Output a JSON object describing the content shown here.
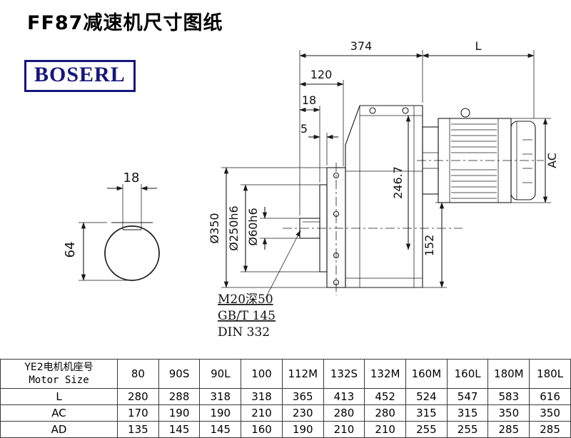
{
  "page": {
    "title": "FF87减速机尺寸图纸",
    "logo": "BOSERL"
  },
  "colors": {
    "logo_navy": "#16167d",
    "line": "#1a1a1a"
  },
  "left_view": {
    "dim_key": "18",
    "dim_height": "64"
  },
  "main_view": {
    "dim_overall": "374",
    "dim_motor_length": "L",
    "dim_120": "120",
    "dim_18": "18",
    "dim_5": "5",
    "dim_ac": "AC",
    "dim_246": "246.7",
    "dim_152": "152",
    "dia_flange": "Ø350",
    "dia_spigot": "Ø250h6",
    "dia_shaft": "Ø60h6",
    "note_tap": "M20深50",
    "note_std1": "GB/T 145",
    "note_std2": "DIN 332"
  },
  "table": {
    "header_cn": "YE2电机机座号",
    "header_en": "Motor Size",
    "sizes": [
      "80",
      "90S",
      "90L",
      "100",
      "112M",
      "132S",
      "132M",
      "160M",
      "160L",
      "180M",
      "180L"
    ],
    "rows": [
      {
        "label": "L",
        "values": [
          280,
          288,
          318,
          318,
          365,
          413,
          452,
          524,
          547,
          583,
          616
        ]
      },
      {
        "label": "AC",
        "values": [
          170,
          190,
          190,
          210,
          230,
          280,
          280,
          315,
          315,
          350,
          350
        ]
      },
      {
        "label": "AD",
        "values": [
          135,
          145,
          145,
          160,
          190,
          210,
          210,
          255,
          255,
          285,
          285
        ]
      }
    ]
  }
}
